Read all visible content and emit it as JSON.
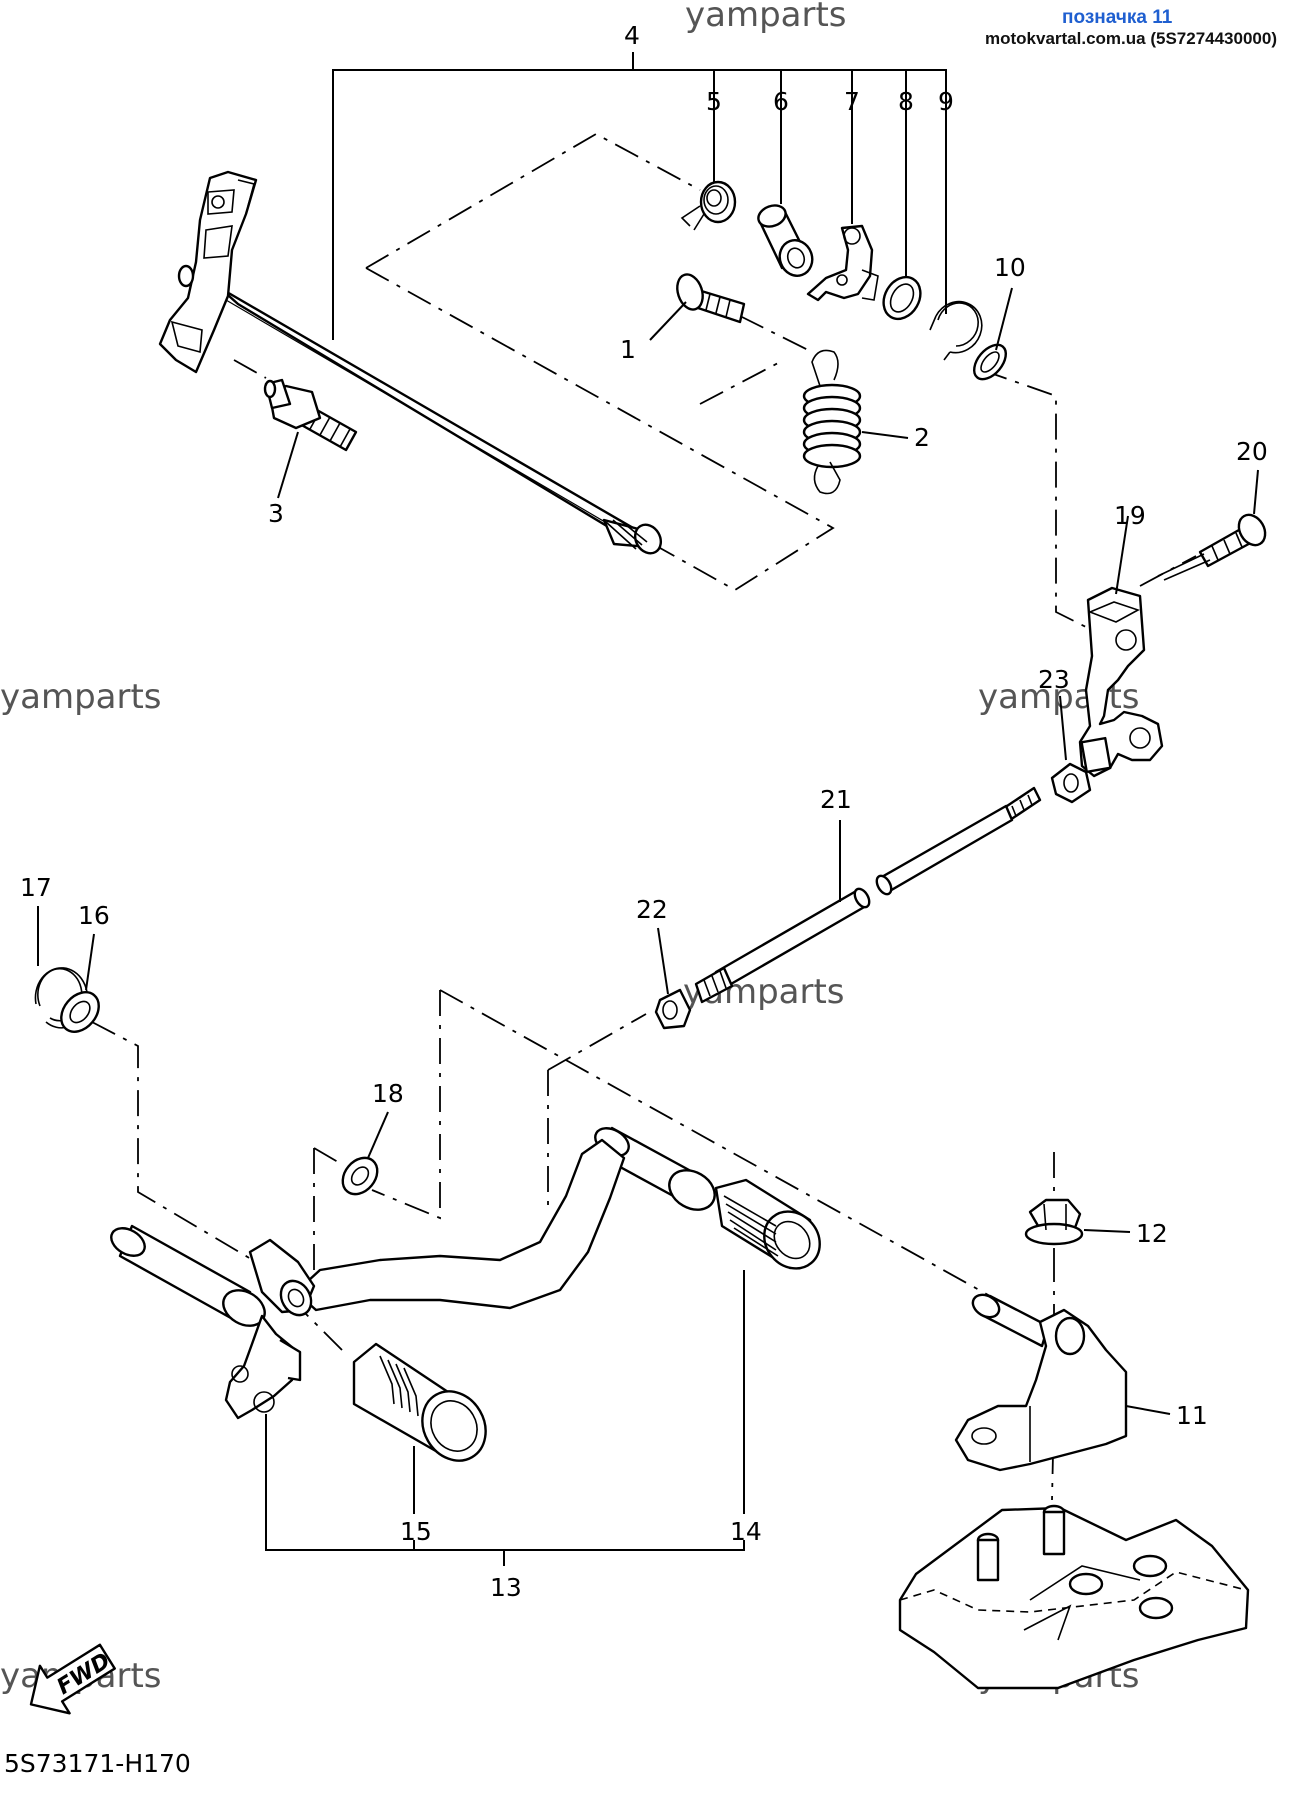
{
  "header": {
    "tag_title": "позначка 11",
    "tag_source": "motokvartal.com.ua (5S7274430000)",
    "tag_color": "#1f5fd0"
  },
  "watermark": "yamparts",
  "diagram_code": "5S73171-H170",
  "fwd_label": "FWD",
  "callouts": {
    "p1": "1",
    "p2": "2",
    "p3": "3",
    "p4": "4",
    "p5": "5",
    "p6": "6",
    "p7": "7",
    "p8": "8",
    "p9": "9",
    "p10": "10",
    "p11": "11",
    "p12": "12",
    "p13": "13",
    "p14": "14",
    "p15": "15",
    "p16": "16",
    "p17": "17",
    "p18": "18",
    "p19": "19",
    "p20": "20",
    "p21": "21",
    "p22": "22",
    "p23": "23"
  }
}
